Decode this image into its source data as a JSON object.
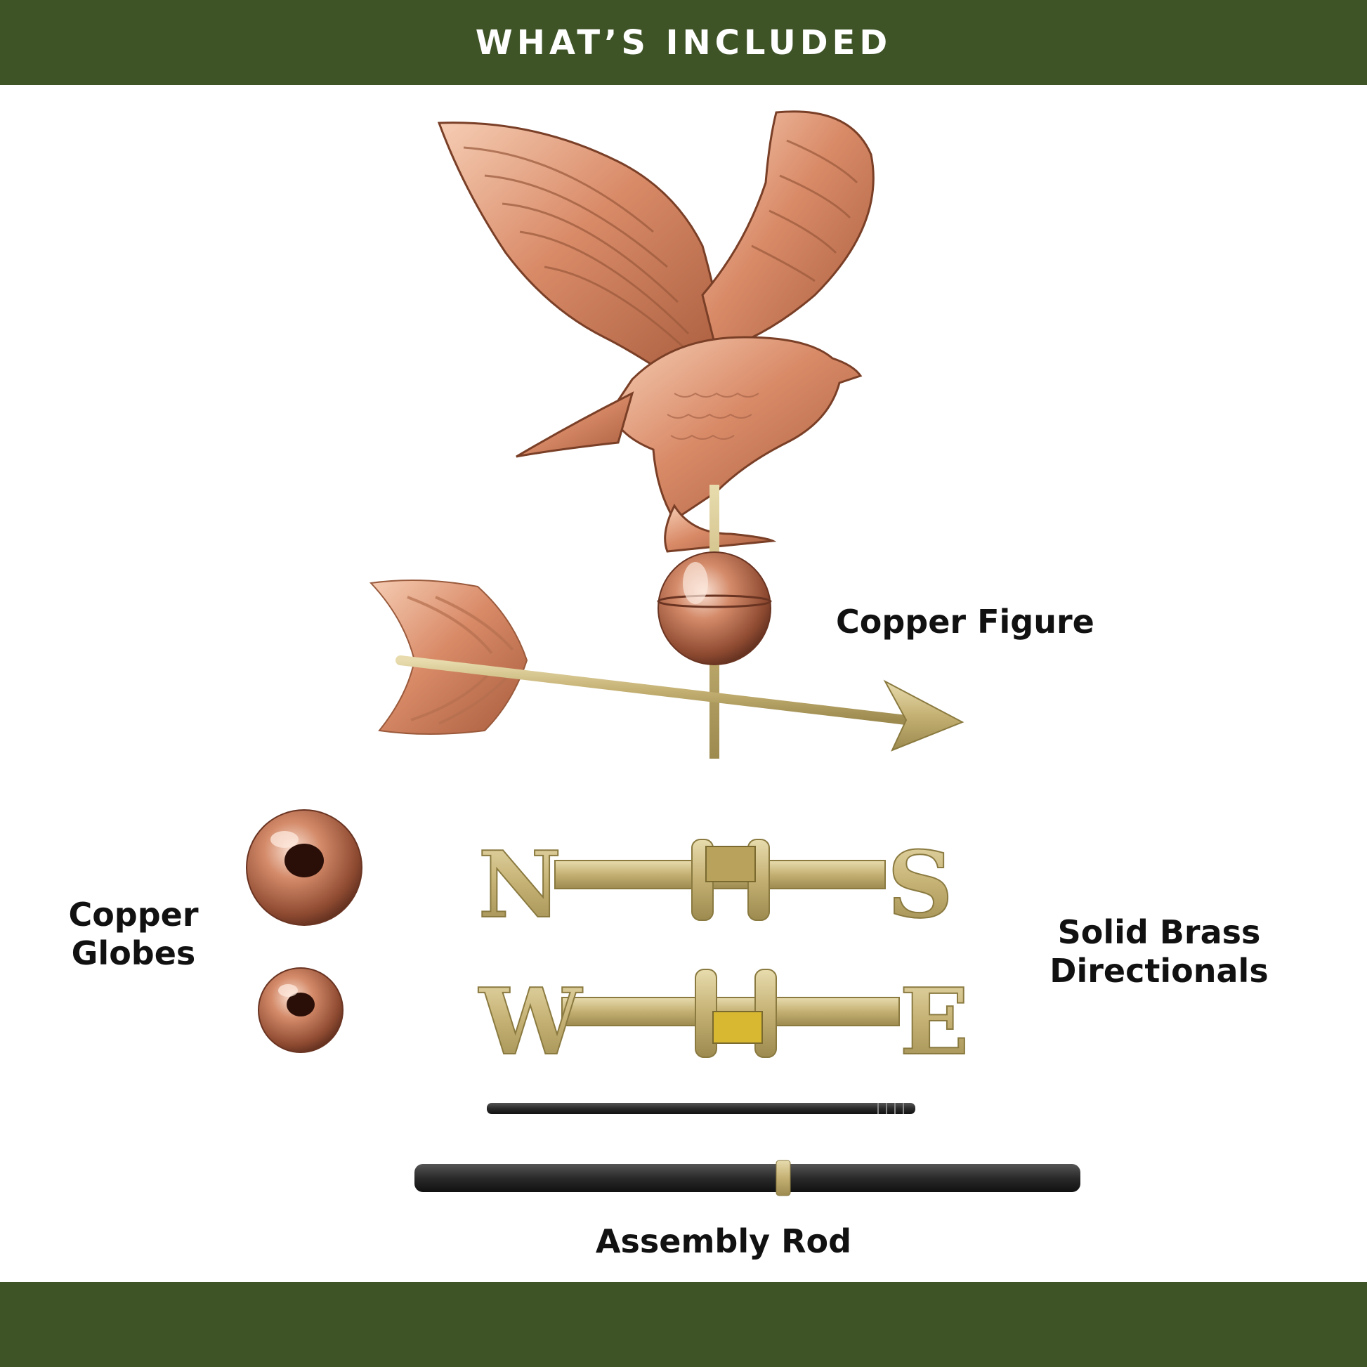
{
  "header": {
    "title": "WHAT’S INCLUDED"
  },
  "labels": {
    "copper_figure": "Copper Figure",
    "copper_globes_line1": "Copper",
    "copper_globes_line2": "Globes",
    "brass_line1": "Solid Brass",
    "brass_line2": "Directionals",
    "assembly_rod": "Assembly Rod"
  },
  "directionals": {
    "n": "N",
    "s": "S",
    "w": "W",
    "e": "E"
  },
  "colors": {
    "banner": "#3e5427",
    "copper": "#d9906e",
    "brass": "#c9b77a",
    "rod": "#2a2a2a"
  }
}
